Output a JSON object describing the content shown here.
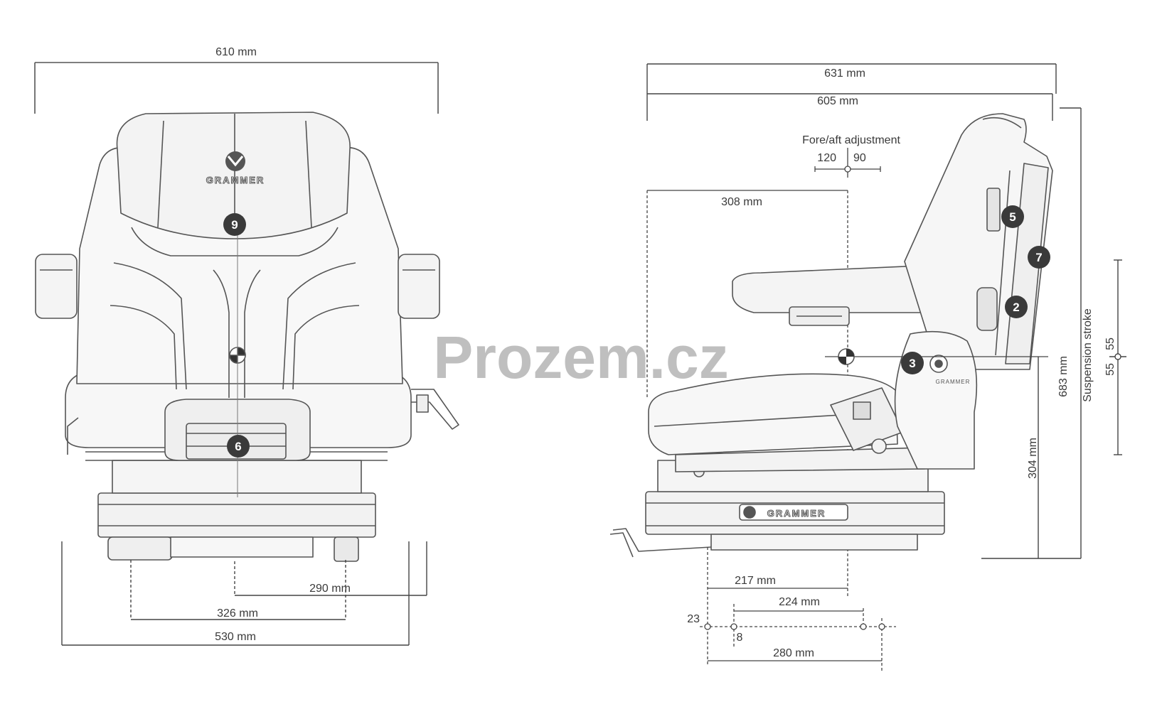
{
  "watermark": "Prozem.cz",
  "brand_logo_text": "GRAMMER",
  "brand_small_text": "GRAMMER",
  "front_view": {
    "dim_overall_width": "610 mm",
    "dim_530": "530 mm",
    "dim_326": "326 mm",
    "dim_290": "290 mm",
    "badge_9": "9",
    "badge_6": "6"
  },
  "side_view": {
    "dim_631": "631 mm",
    "dim_605": "605 mm",
    "fore_aft_label": "Fore/aft adjustment",
    "fore_value": "120",
    "aft_value": "90",
    "dim_308": "308 mm",
    "dim_683": "683 mm",
    "dim_304": "304 mm",
    "suspension_label": "Suspension stroke",
    "stroke_up": "55",
    "stroke_down": "55",
    "dim_217": "217 mm",
    "dim_224": "224 mm",
    "dim_280": "280 mm",
    "dim_23": "23",
    "dim_8": "8",
    "badge_5": "5",
    "badge_7": "7",
    "badge_2": "2",
    "badge_3": "3"
  }
}
